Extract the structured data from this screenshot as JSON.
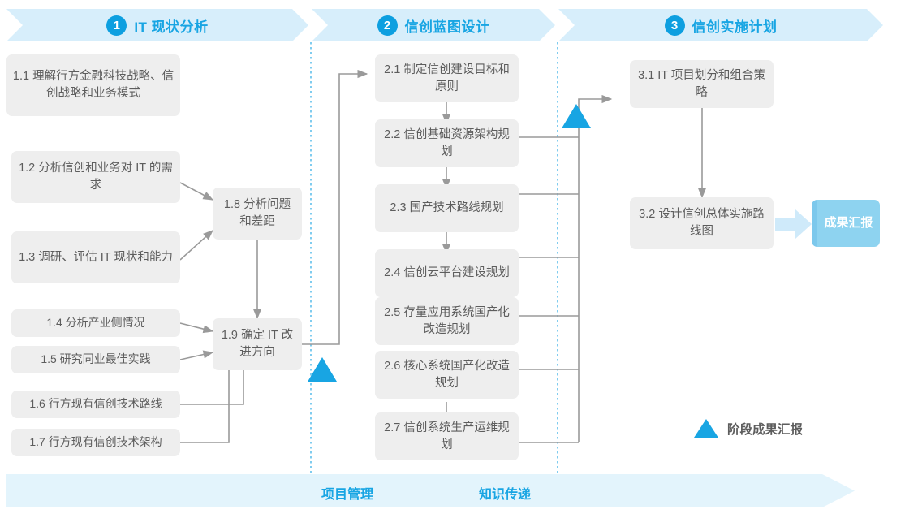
{
  "header": {
    "stages": [
      {
        "num": "1",
        "title": "IT 现状分析"
      },
      {
        "num": "2",
        "title": "信创蓝图设计"
      },
      {
        "num": "3",
        "title": "信创实施计划"
      }
    ]
  },
  "stage1": {
    "left_boxes": [
      {
        "id": "1.1",
        "label": "1.1 理解行方金融科技战略、信创战略和业务模式"
      },
      {
        "id": "1.2",
        "label": "1.2 分析信创和业务对 IT 的需求"
      },
      {
        "id": "1.3",
        "label": "1.3 调研、评估 IT 现状和能力"
      },
      {
        "id": "1.4",
        "label": "1.4 分析产业侧情况"
      },
      {
        "id": "1.5",
        "label": "1.5 研究同业最佳实践"
      },
      {
        "id": "1.6",
        "label": "1.6 行方现有信创技术路线"
      },
      {
        "id": "1.7",
        "label": "1.7 行方现有信创技术架构"
      }
    ],
    "mid_boxes": [
      {
        "id": "1.8",
        "label": "1.8 分析问题和差距"
      },
      {
        "id": "1.9",
        "label": "1.9 确定 IT 改进方向"
      }
    ]
  },
  "stage2": {
    "boxes": [
      {
        "id": "2.1",
        "label": "2.1 制定信创建设目标和原则"
      },
      {
        "id": "2.2",
        "label": "2.2 信创基础资源架构规划"
      },
      {
        "id": "2.3",
        "label": "2.3 国产技术路线规划"
      },
      {
        "id": "2.4",
        "label": "2.4 信创云平台建设规划"
      },
      {
        "id": "2.5",
        "label": "2.5 存量应用系统国产化改造规划"
      },
      {
        "id": "2.6",
        "label": "2.6 核心系统国产化改造规划"
      },
      {
        "id": "2.7",
        "label": "2.7 信创系统生产运维规划"
      }
    ]
  },
  "stage3": {
    "boxes": [
      {
        "id": "3.1",
        "label": "3.1 IT 项目划分和组合策略"
      },
      {
        "id": "3.2",
        "label": "3.2 设计信创总体实施路线图"
      }
    ],
    "result": "成果汇报"
  },
  "legend": {
    "label": "阶段成果汇报"
  },
  "bottom_bar": {
    "labels": [
      "项目管理",
      "知识传递"
    ]
  },
  "colors": {
    "banner_bg": "#d7eefb",
    "accent": "#18a5e3",
    "box_bg": "#eeeeee",
    "result_bg": "#8ed3f0",
    "bottom_bg": "#e3f4fc",
    "connector": "#9a9a9a"
  }
}
